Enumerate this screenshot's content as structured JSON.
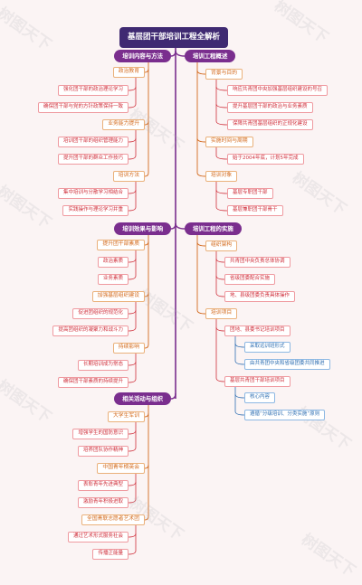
{
  "title": "基层团干部培训工程全解析",
  "watermark": "树图天下",
  "colors": {
    "root": "#3f2a72",
    "section": "#7a2e8e",
    "level2": "#d36a1d",
    "level3_red": "#cf2f3b",
    "level3_blue": "#2f6fb2"
  },
  "sections": {
    "content_methods": {
      "label": "培训内容与方法",
      "groups": [
        {
          "label": "政治教育",
          "items": [
            "强化团干部的政治理论学习",
            "确保团干部与党的方针政策保持一致"
          ]
        },
        {
          "label": "业务能力提升",
          "items": [
            "培训团干部的组织管理能力",
            "提升团干部的群众工作技巧"
          ]
        },
        {
          "label": "培训方法",
          "items": [
            "集中培训与分散学习相结合",
            "实践操作与理论学习并重"
          ]
        }
      ]
    },
    "overview": {
      "label": "培训工程概述",
      "groups": [
        {
          "label": "背景与目的",
          "items": [
            "响应共青团中央加强基层组织建设的号召",
            "提升基层团干部的政治与业务素质",
            "保障共青团基层组织的正规化建设"
          ]
        },
        {
          "label": "实施时间与周期",
          "items": [
            "始于2004年底，计划5年完成"
          ]
        },
        {
          "label": "培训对象",
          "items": [
            "基层专职团干部",
            "基层兼职团干部骨干"
          ]
        }
      ]
    },
    "effects": {
      "label": "培训效果与影响",
      "groups": [
        {
          "label": "提升团干部素质",
          "items": [
            "政治素质",
            "业务素质"
          ]
        },
        {
          "label": "加强基层组织建设",
          "items": [
            "促进团组织的规范化",
            "提高团组织的凝聚力和战斗力"
          ]
        },
        {
          "label": "持续影响",
          "items": [
            "长期培训成为常态",
            "确保团干部素质的持续提升"
          ]
        }
      ]
    },
    "implementation": {
      "label": "培训工程的实施",
      "org": {
        "label": "组织架构",
        "items": [
          "共青团中央负责总体协调",
          "省级团委配合实施",
          "地、县级团委负责具体操作"
        ]
      },
      "projects": {
        "label": "培训项目",
        "groups": [
          {
            "label": "团地、县委书记培训项目",
            "items": [
              "采取远训班形式",
              "由共青团中央和省级团委共同推进"
            ]
          },
          {
            "label": "基层共青团干部培训项目",
            "items": [
              "核心内容",
              "遵循“分级培训、分类实施”原则"
            ]
          }
        ]
      }
    },
    "activities": {
      "label": "相关活动与组织",
      "groups": [
        {
          "label": "大学生军训",
          "items": [
            "增强学生的国防意识",
            "培养团队协作精神"
          ]
        },
        {
          "label": "中国青年榜英会",
          "items": [
            "表彰青年先进典型",
            "激励青年积极进取"
          ]
        },
        {
          "label": "全国青联志愿者艺术团",
          "items": [
            "通过艺术形式服务社会",
            "传播正能量"
          ]
        }
      ]
    }
  }
}
